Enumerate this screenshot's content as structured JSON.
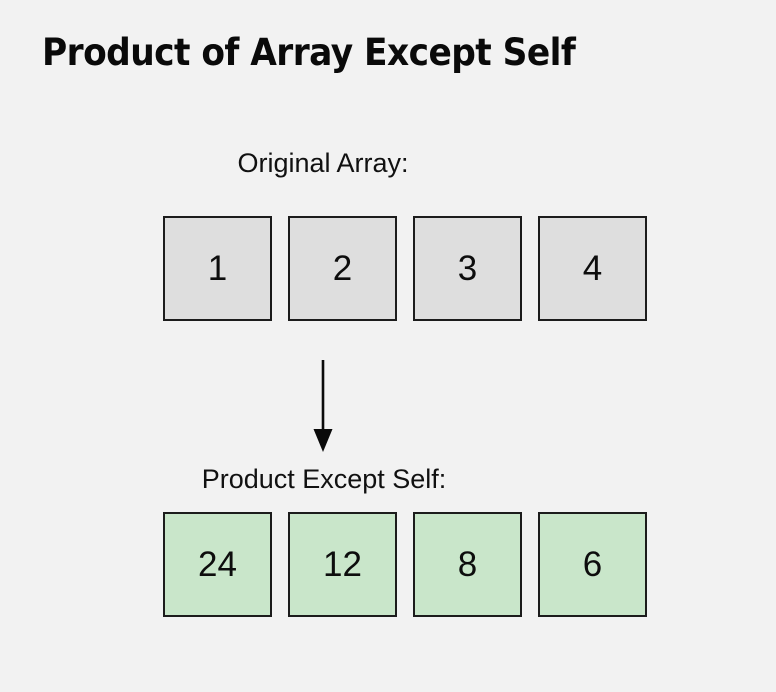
{
  "page": {
    "title": "Product of Array Except Self",
    "background_color": "#f2f2f2"
  },
  "colors": {
    "input_cell_fill": "#dedede",
    "output_cell_fill": "#c9e6ca",
    "cell_border": "#1c1c1c",
    "text": "#0d0d0d"
  },
  "diagram": {
    "input_section": {
      "label": "Original Array:",
      "cells": [
        {
          "value": "1"
        },
        {
          "value": "2"
        },
        {
          "value": "3"
        },
        {
          "value": "4"
        }
      ]
    },
    "arrow": {
      "icon": "arrow-down-icon",
      "direction": "down"
    },
    "output_section": {
      "label": "Product Except Self:",
      "cells": [
        {
          "value": "24"
        },
        {
          "value": "12"
        },
        {
          "value": "8"
        },
        {
          "value": "6"
        }
      ]
    }
  }
}
